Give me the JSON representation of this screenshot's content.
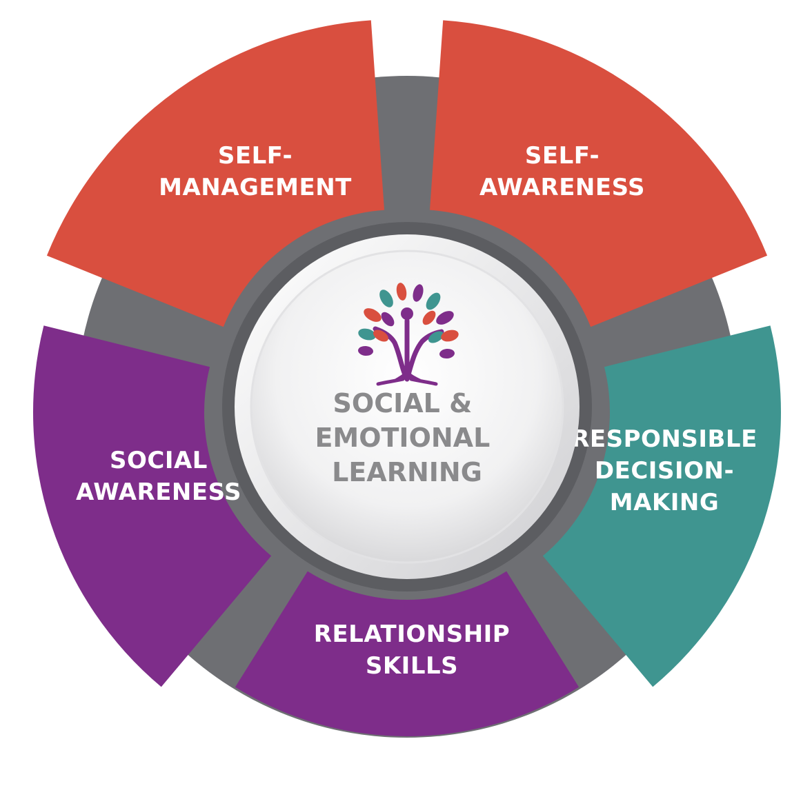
{
  "center": {
    "lines": [
      "SOCIAL &",
      "EMOTIONAL",
      "LEARNING"
    ],
    "logo_icon": "tree-person-icon"
  },
  "segments": [
    {
      "id": "self-management",
      "lines": [
        "SELF-",
        "MANAGEMENT"
      ],
      "color": "#d94f3f"
    },
    {
      "id": "self-awareness",
      "lines": [
        "SELF-",
        "AWARENESS"
      ],
      "color": "#d94f3f"
    },
    {
      "id": "responsible-decision-making",
      "lines": [
        "RESPONSIBLE",
        "DECISION-",
        "MAKING"
      ],
      "color": "#3f9590"
    },
    {
      "id": "relationship-skills",
      "lines": [
        "RELATIONSHIP",
        "SKILLS"
      ],
      "color": "#7e2d8a"
    },
    {
      "id": "social-awareness",
      "lines": [
        "SOCIAL",
        "AWARENESS"
      ],
      "color": "#7e2d8a"
    }
  ],
  "colors": {
    "ring": "#6e6f73",
    "center_text": "#8a8a8c",
    "leaf_red": "#d94f3f",
    "leaf_teal": "#3f9590",
    "leaf_purple": "#7e2d8a"
  }
}
